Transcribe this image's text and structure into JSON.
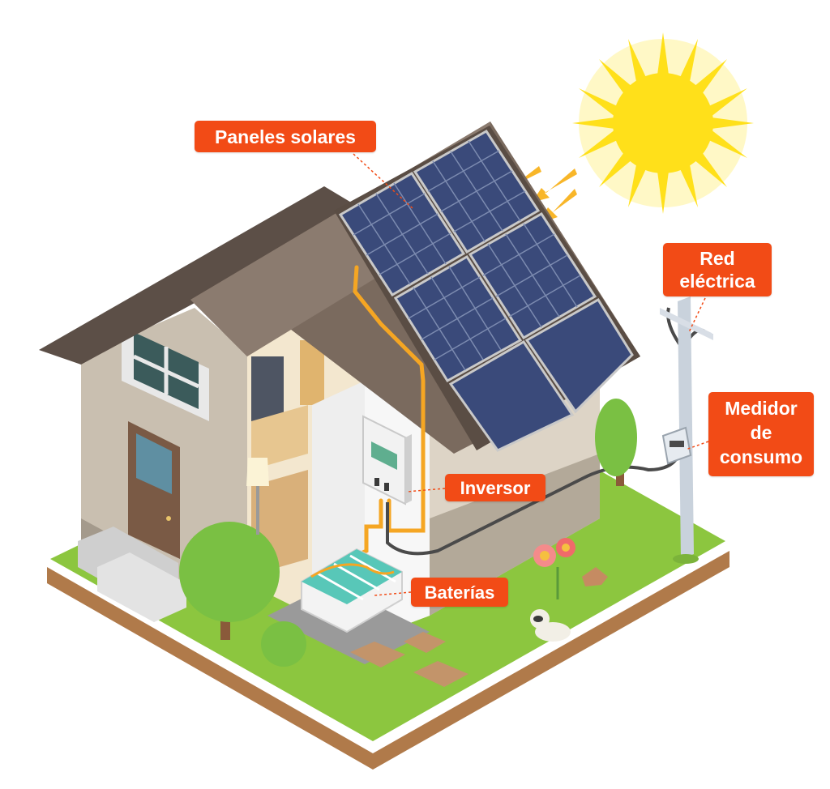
{
  "labels": {
    "solar_panels": "Paneles solares",
    "grid_line1": "Red",
    "grid_line2": "eléctrica",
    "meter_line1": "Medidor",
    "meter_line2": "de",
    "meter_line3": "consumo",
    "inverter": "Inversor",
    "batteries": "Baterías"
  },
  "colors": {
    "label_bg": "#f24b16",
    "label_text": "#ffffff",
    "cable": "#f5a623",
    "grass": "#8cc63f",
    "sun": "#ffe01a",
    "roof": "#7a6a5e",
    "panel": "#3a4a7a"
  }
}
